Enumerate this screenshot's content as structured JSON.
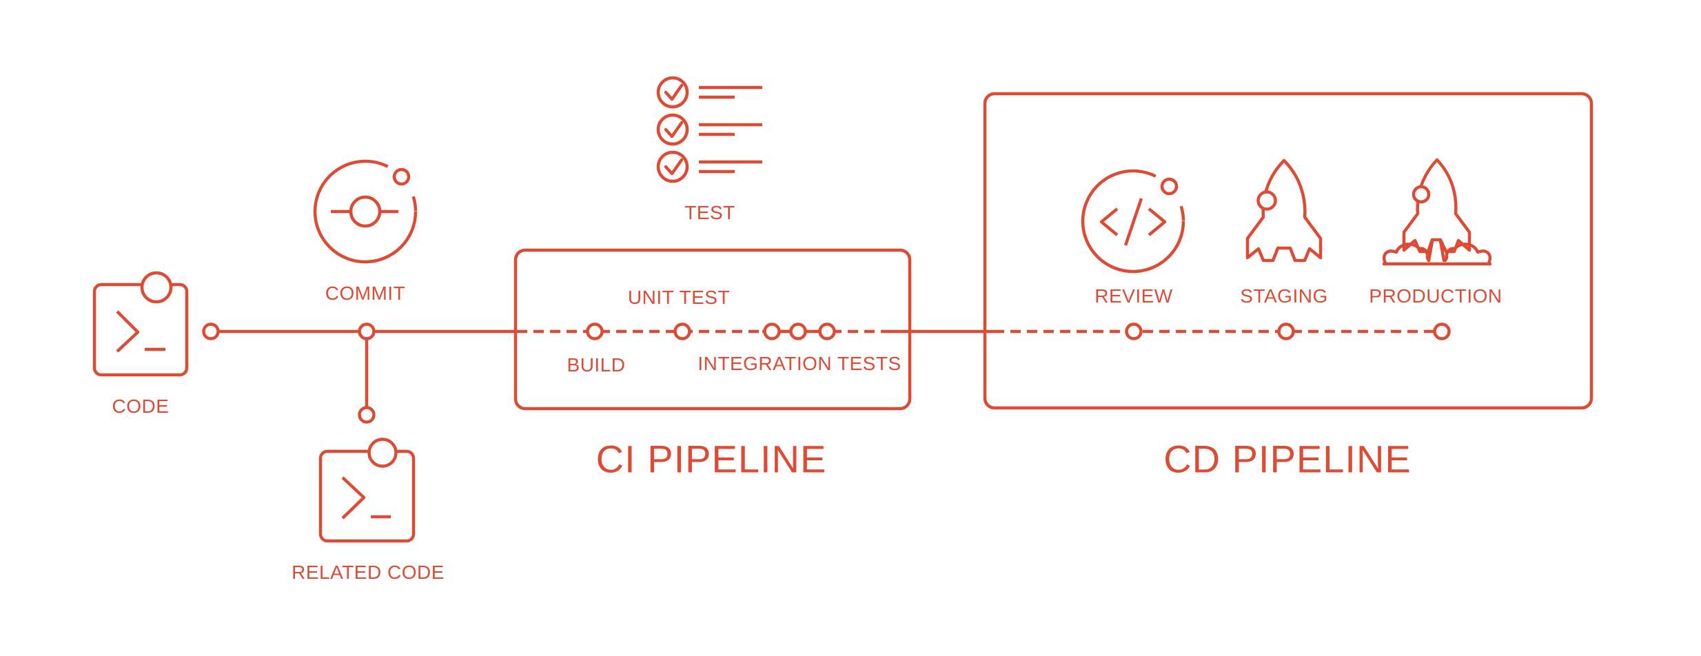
{
  "diagram_title": "CI/CD Pipeline Diagram",
  "colors": {
    "accent": "#dd4b35",
    "background": "#ffffff"
  },
  "stages": {
    "code": "CODE",
    "commit": "COMMIT",
    "related_code": "RELATED CODE",
    "test": "TEST",
    "build": "BUILD",
    "unit_test": "UNIT TEST",
    "integration_tests": "INTEGRATION TESTS",
    "review": "REVIEW",
    "staging": "STAGING",
    "production": "PRODUCTION"
  },
  "sections": {
    "ci": {
      "title": "CI PIPELINE"
    },
    "cd": {
      "title": "CD PIPELINE"
    }
  },
  "icons": {
    "code": "terminal-window-icon",
    "commit": "git-commit-orbit-icon",
    "related_code": "terminal-window-icon",
    "test": "checklist-icon",
    "review": "code-review-icon",
    "staging": "rocket-icon",
    "production": "rocket-launch-icon"
  },
  "timeline": {
    "style": "solid outside pipeline boxes, dashed inside",
    "node_count": 11,
    "integration_test_node_count": 3
  }
}
